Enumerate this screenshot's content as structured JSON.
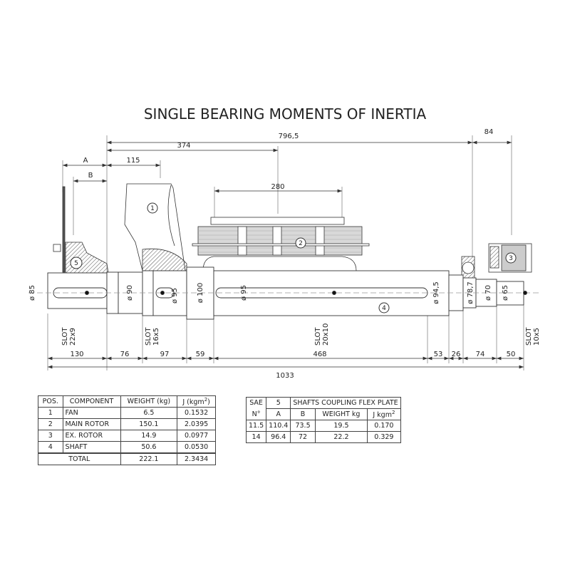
{
  "title": "SINGLE BEARING MOMENTS OF INERTIA",
  "dimensions": {
    "top": [
      "796,5",
      "84",
      "374",
      "A",
      "115",
      "B",
      "280"
    ],
    "diameters": [
      "ø 85",
      "ø 90",
      "ø 95",
      "ø 100",
      "ø 95",
      "ø 94,5",
      "ø 78,7",
      "ø 70",
      "ø 65"
    ],
    "bottom": [
      "130",
      "76",
      "97",
      "59",
      "468",
      "53",
      "26",
      "74",
      "50"
    ],
    "overall": "1033"
  },
  "slots": [
    {
      "label": "SLOT",
      "size": "22x9"
    },
    {
      "label": "SLOT",
      "size": "16x5"
    },
    {
      "label": "SLOT",
      "size": "20x10"
    },
    {
      "label": "SLOT",
      "size": "10x5"
    }
  ],
  "position_markers": [
    "1",
    "2",
    "3",
    "4",
    "5"
  ],
  "components_table": {
    "headers": [
      "POS.",
      "COMPONENT",
      "WEIGHT (kg)",
      "J (kgm",
      "2",
      ")"
    ],
    "rows": [
      {
        "pos": "1",
        "component": "FAN",
        "weight": "6.5",
        "j": "0.1532"
      },
      {
        "pos": "2",
        "component": "MAIN ROTOR",
        "weight": "150.1",
        "j": "2.0395"
      },
      {
        "pos": "3",
        "component": "EX. ROTOR",
        "weight": "14.9",
        "j": "0.0977"
      },
      {
        "pos": "4",
        "component": "SHAFT",
        "weight": "50.6",
        "j": "0.0530"
      }
    ],
    "total": {
      "label": "TOTAL",
      "weight": "222.1",
      "j": "2.3434"
    }
  },
  "coupling_table": {
    "sae": "SAE",
    "n": "N°",
    "pos": "5",
    "title": "SHAFTS COUPLING FLEX PLATE",
    "headers": [
      "A",
      "B",
      "WEIGHT  kg",
      "J  kgm",
      "2"
    ],
    "rows": [
      {
        "sae": "11.5",
        "a": "110.4",
        "b": "73.5",
        "weight": "19.5",
        "j": "0.170"
      },
      {
        "sae": "14",
        "a": "96.4",
        "b": "72",
        "weight": "22.2",
        "j": "0.329"
      }
    ]
  }
}
